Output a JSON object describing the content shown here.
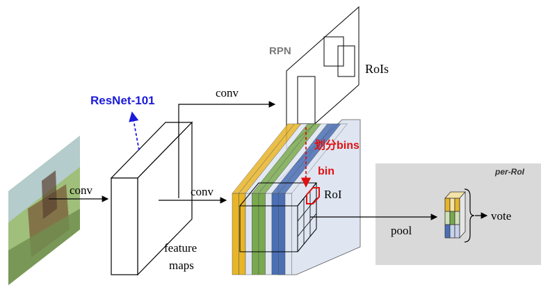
{
  "labels": {
    "conv_input": "conv",
    "conv_top": "conv",
    "conv_mid": "conv",
    "resnet": "ResNet-101",
    "feature_maps_line1": "feature",
    "feature_maps_line2": "maps",
    "rpn": "RPN",
    "rois": "RoIs",
    "split_bins": "划分bins",
    "bin": "bin",
    "roi": "RoI",
    "per_roi": "per-RoI",
    "pool": "pool",
    "vote": "vote"
  },
  "colors": {
    "annotation_blue": "#1a1adc",
    "annotation_red": "#e01010",
    "rpn_gray": "#7a7a7a",
    "panel_gray": "#d9d9d9",
    "stack_yellow": "#e8b528",
    "stack_green": "#79a94e",
    "stack_blue": "#4a6fb5",
    "stack_light": "#dfe6f2"
  },
  "score_map_channels": [
    "yellow",
    "yellow",
    "light",
    "green",
    "green",
    "light",
    "blue",
    "blue",
    "light"
  ],
  "icons": [
    "photo-thumbnail",
    "dashed-up-arrow-icon",
    "dashed-down-arrow-icon",
    "right-arrow-icon",
    "brace-icon"
  ]
}
